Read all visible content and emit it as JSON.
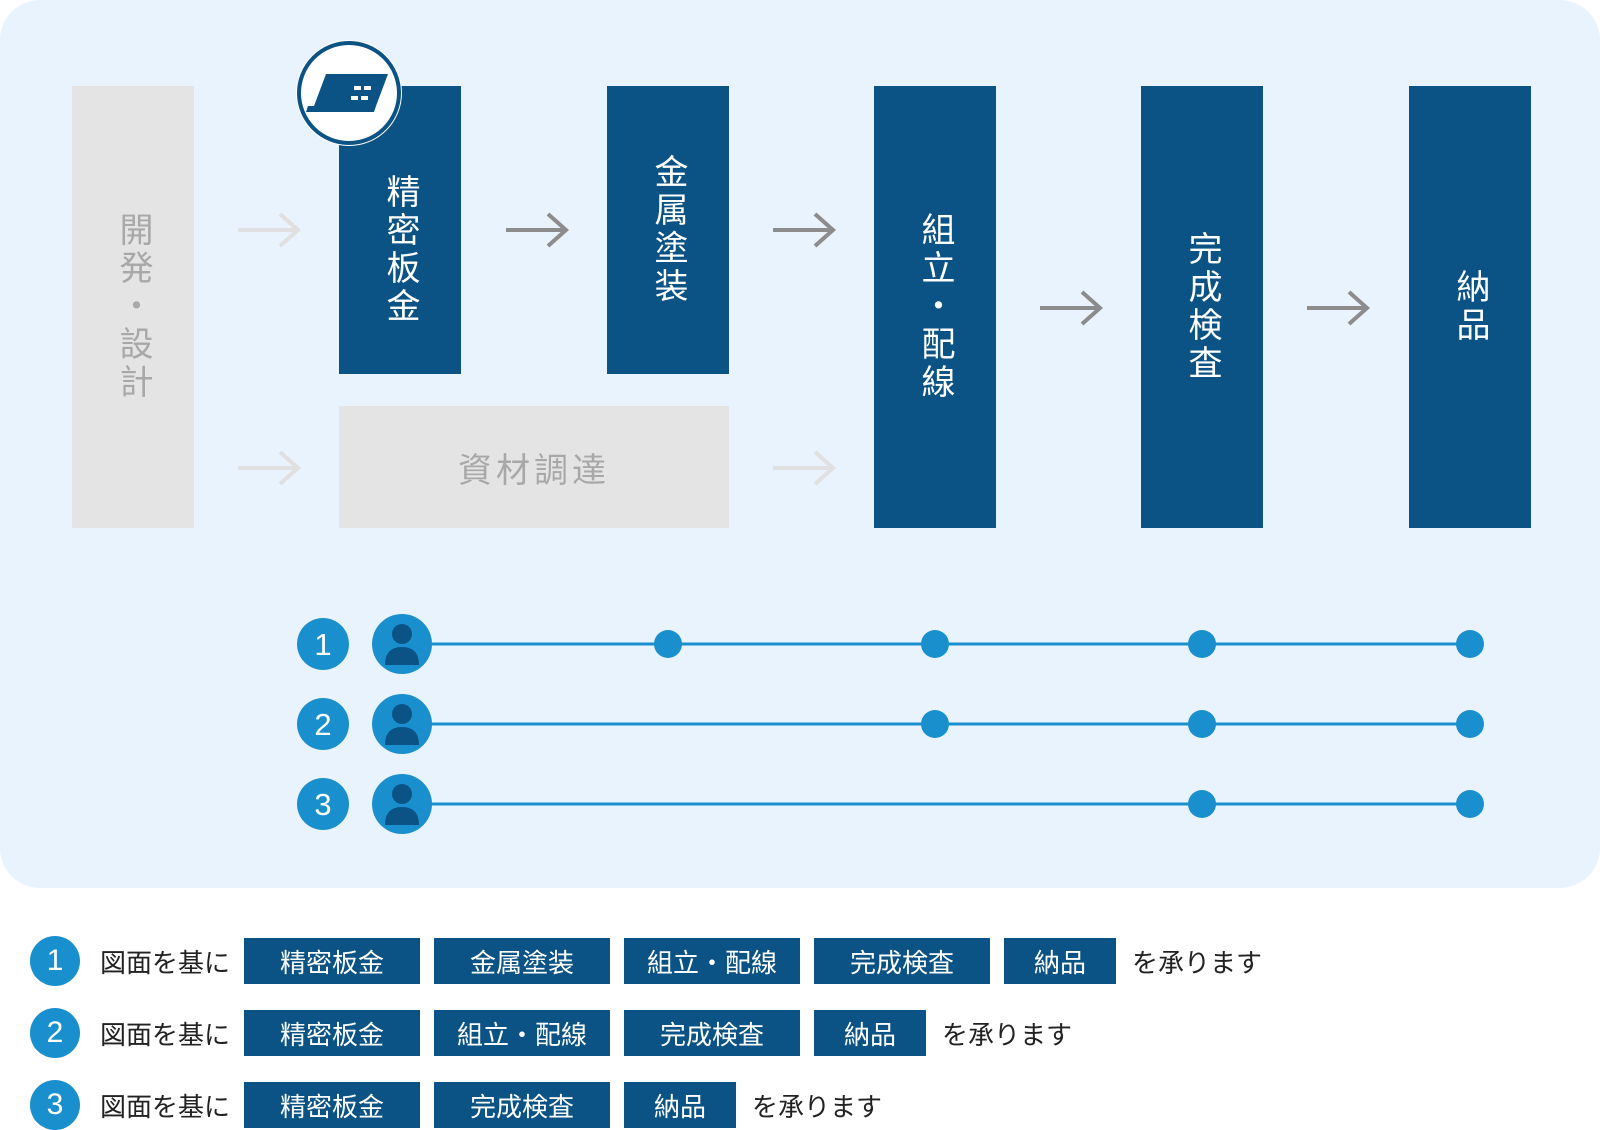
{
  "flow": {
    "steps": [
      {
        "id": "design",
        "label": "開発・設計",
        "state": "inactive"
      },
      {
        "id": "sheet",
        "label": "精密板金",
        "state": "active"
      },
      {
        "id": "coating",
        "label": "金属塗装",
        "state": "active"
      },
      {
        "id": "procure",
        "label": "資材調達",
        "state": "inactive"
      },
      {
        "id": "assembly",
        "label": "組立・配線",
        "state": "active"
      },
      {
        "id": "inspection",
        "label": "完成検査",
        "state": "active"
      },
      {
        "id": "delivery",
        "label": "納品",
        "state": "active"
      }
    ],
    "icon": "sheet-metal-icon",
    "colors": {
      "active": "#0b5384",
      "inactive": "#e4e4e4",
      "accent": "#1a8fce",
      "arrow_dark": "#8c8c8c",
      "arrow_light": "#e0e0e0"
    }
  },
  "tracks": [
    {
      "number": "1",
      "stops": [
        "coating",
        "assembly",
        "inspection",
        "delivery"
      ]
    },
    {
      "number": "2",
      "stops": [
        "assembly",
        "inspection",
        "delivery"
      ]
    },
    {
      "number": "3",
      "stops": [
        "inspection",
        "delivery"
      ]
    }
  ],
  "legend": [
    {
      "number": "1",
      "prefix": "図面を基に",
      "tags": [
        "精密板金",
        "金属塗装",
        "組立・配線",
        "完成検査",
        "納品"
      ],
      "suffix": "を承ります"
    },
    {
      "number": "2",
      "prefix": "図面を基に",
      "tags": [
        "精密板金",
        "組立・配線",
        "完成検査",
        "納品"
      ],
      "suffix": "を承ります"
    },
    {
      "number": "3",
      "prefix": "図面を基に",
      "tags": [
        "精密板金",
        "完成検査",
        "納品"
      ],
      "suffix": "を承ります"
    }
  ]
}
